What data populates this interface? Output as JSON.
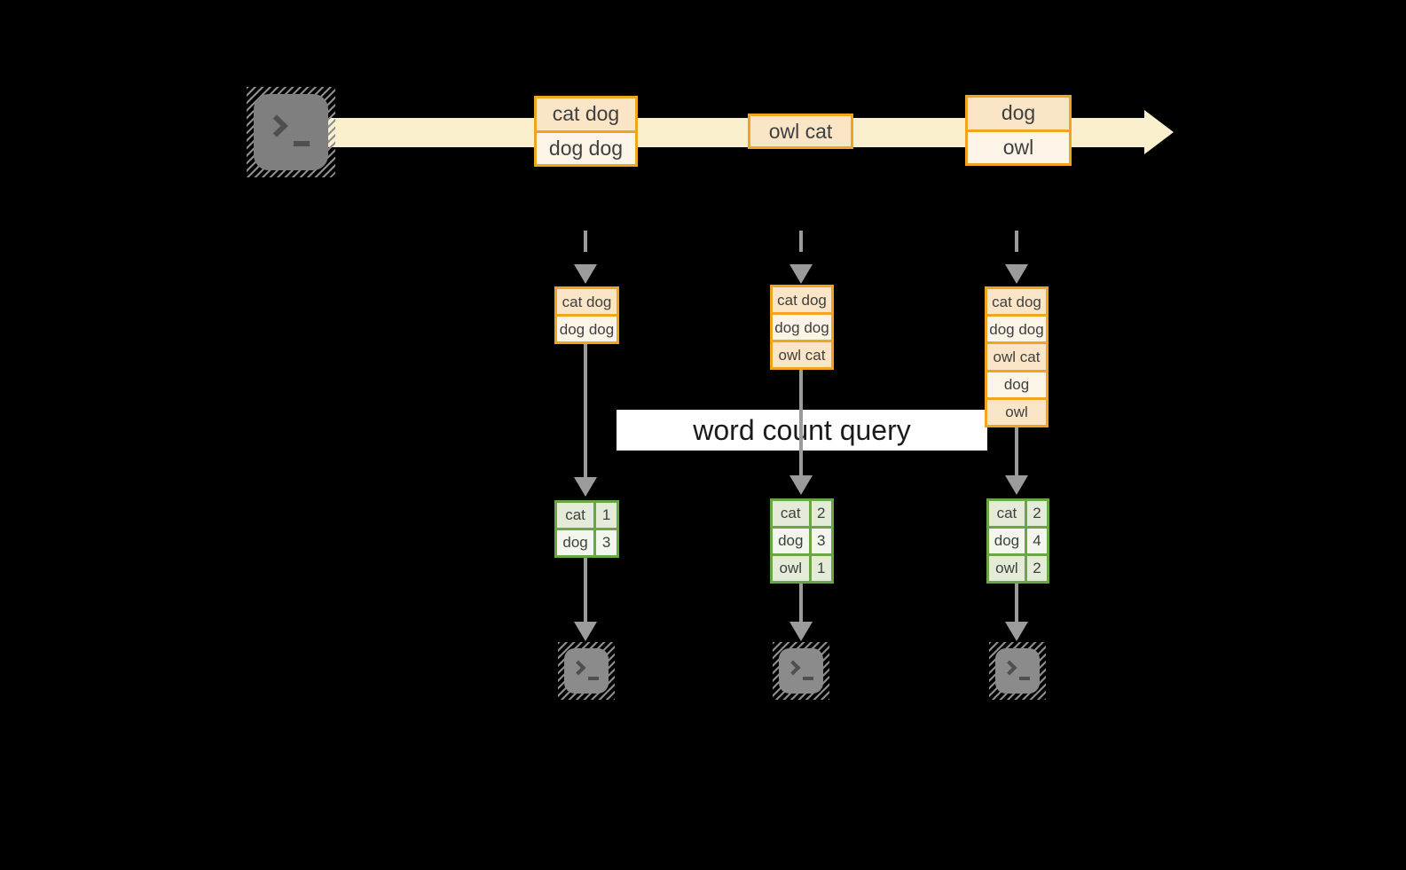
{
  "label": {
    "text": "word count query"
  },
  "stream": {
    "events": [
      [
        "cat dog",
        "dog dog"
      ],
      [
        "owl cat"
      ],
      [
        "dog",
        "owl"
      ]
    ]
  },
  "states": [
    [
      "cat dog",
      "dog dog"
    ],
    [
      "cat dog",
      "dog dog",
      "owl cat"
    ],
    [
      "cat dog",
      "dog dog",
      "owl cat",
      "dog",
      "owl"
    ]
  ],
  "tables": [
    [
      [
        "cat",
        "1"
      ],
      [
        "dog",
        "3"
      ]
    ],
    [
      [
        "cat",
        "2"
      ],
      [
        "dog",
        "3"
      ],
      [
        "owl",
        "1"
      ]
    ],
    [
      [
        "cat",
        "2"
      ],
      [
        "dog",
        "4"
      ],
      [
        "owl",
        "2"
      ]
    ]
  ],
  "icons": {
    "source": "terminal-icon",
    "sinks": [
      "terminal-icon",
      "terminal-icon",
      "terminal-icon"
    ]
  },
  "colors": {
    "background": "#000000",
    "stream_fill": "#FAF0CE",
    "amber_border": "#F0A51F",
    "peach_fill": "#FAE5C7",
    "light_fill": "#FDF4E8",
    "green_border": "#6BA644",
    "green_fill_dark": "#E4EBD8",
    "green_fill_light": "#F2F6EC",
    "arrow_gray": "#9B9B9B",
    "terminal_gray": "#7F7F7F",
    "terminal_gray_light": "#8B8B8B",
    "text_color": "#3F3F3F",
    "label_text": "#1B1B1B",
    "label_bg": "#FFFFFF"
  }
}
